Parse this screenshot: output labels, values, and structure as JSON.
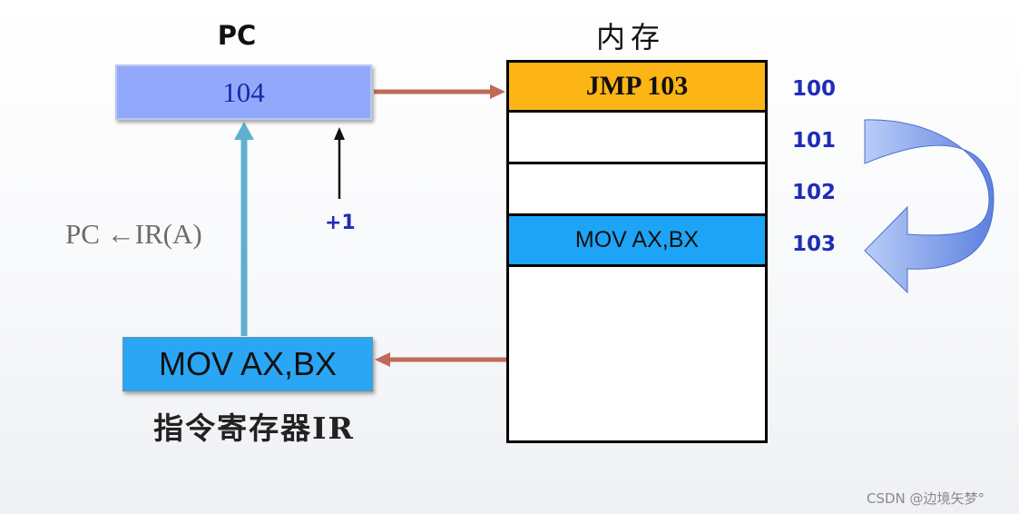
{
  "pc": {
    "label": "PC",
    "value": "104"
  },
  "memory": {
    "label": "内存",
    "cells": [
      {
        "address": "100",
        "content": "JMP 103"
      },
      {
        "address": "101",
        "content": ""
      },
      {
        "address": "102",
        "content": ""
      },
      {
        "address": "103",
        "content": "MOV AX,BX"
      }
    ]
  },
  "ir": {
    "label": "指令寄存器IR",
    "value": "MOV AX,BX"
  },
  "formula": "PC ←IR(A)",
  "increment": "+1",
  "watermark": "CSDN @边境矢梦°",
  "colors": {
    "pc_box": "#92a9fb",
    "jmp_cell": "#fdb516",
    "mov_cell": "#1ea4f6",
    "ir_box": "#2aa6f5",
    "address_text": "#1d2db8",
    "connector_arrow": "#c26a58",
    "ir_to_pc_arrow": "#5fb0cf",
    "jump_curve_arrow": "#6f8fe6"
  }
}
